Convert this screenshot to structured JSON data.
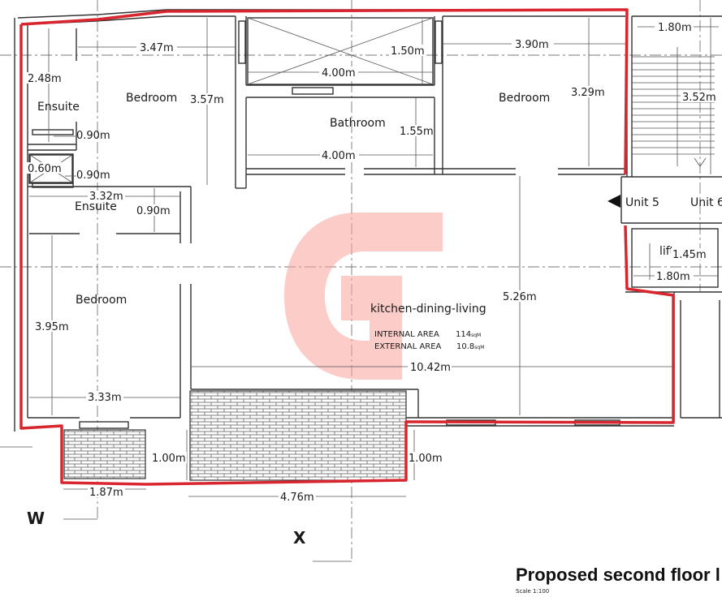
{
  "title": "Proposed second floor l",
  "scale": "Scale 1:100",
  "rooms": {
    "bedroom_1": "Bedroom",
    "bedroom_2": "Bedroom",
    "bedroom_3": "Bedroom",
    "ensuite_1": "Ensuite",
    "ensuite_2": "Ensuite",
    "bathroom": "Bathroom",
    "kitchen": "kitchen-dining-living",
    "lift": "lift",
    "unit5": "Unit 5",
    "unit6": "Unit 6"
  },
  "areas": {
    "internal_label": "INTERNAL AREA",
    "internal_value": "114",
    "internal_unit": "sqM",
    "external_label": "EXTERNAL AREA",
    "external_value": "10.8",
    "external_unit": "sqM"
  },
  "dimensions": {
    "d347": "3.47m",
    "d150": "1.50m",
    "d400a": "4.00m",
    "d390": "3.90m",
    "d180a": "1.80m",
    "d248": "2.48m",
    "d357": "3.57m",
    "d329": "3.29m",
    "d352": "3.52m",
    "d090a": "0.90m",
    "d155": "1.55m",
    "d400b": "4.00m",
    "d060": "0.60m",
    "d090b": "0.90m",
    "d332": "3.32m",
    "d090c": "0.90m",
    "d145": "1.45m",
    "d180b": "1.80m",
    "d526": "5.26m",
    "d395": "3.95m",
    "d1042": "10.42m",
    "d333": "3.33m",
    "d100a": "1.00m",
    "d100b": "1.00m",
    "d187": "1.87m",
    "d476": "4.76m"
  },
  "sections": {
    "w": "W",
    "x": "X"
  },
  "colors": {
    "boundary": "#d8262f",
    "watermark": "#f7a39a",
    "wall": "#333333"
  }
}
